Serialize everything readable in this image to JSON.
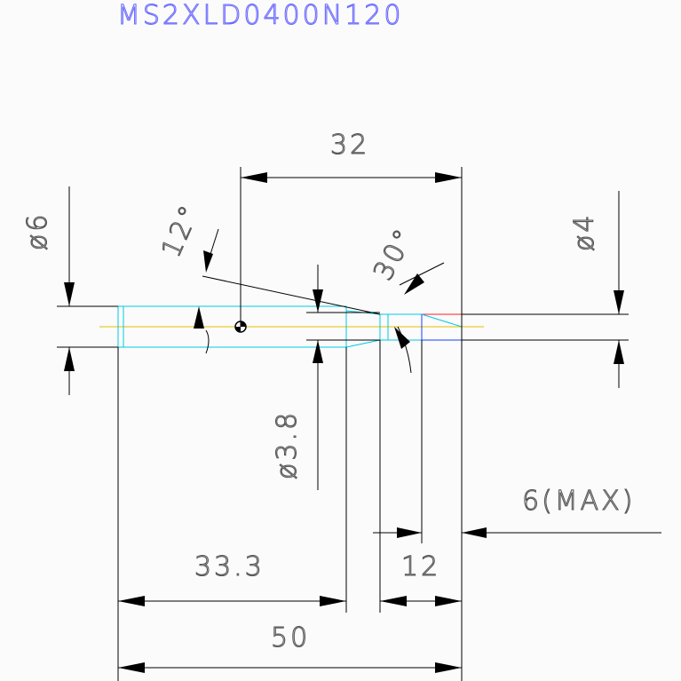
{
  "drawing": {
    "part_code": "MS2XLD0400N120",
    "colors": {
      "title": "#6b6bff",
      "dimension": "#000000",
      "body_outline": "#00c8e6",
      "center_line": "#e0c000",
      "tip_blue": "#1a3cff",
      "tip_red": "#ff2020",
      "background": "#fbfbfb"
    },
    "dimensions": {
      "neck_length": "32",
      "flute_angle": "12°",
      "shank_diameter": "ø6",
      "tip_angle": "30°",
      "cut_diameter": "ø4",
      "neck_diameter": "ø3.8",
      "max_depth": "6(MAX)",
      "reach_length": "33.3",
      "flute_length": "12",
      "overall_length": "50"
    }
  }
}
